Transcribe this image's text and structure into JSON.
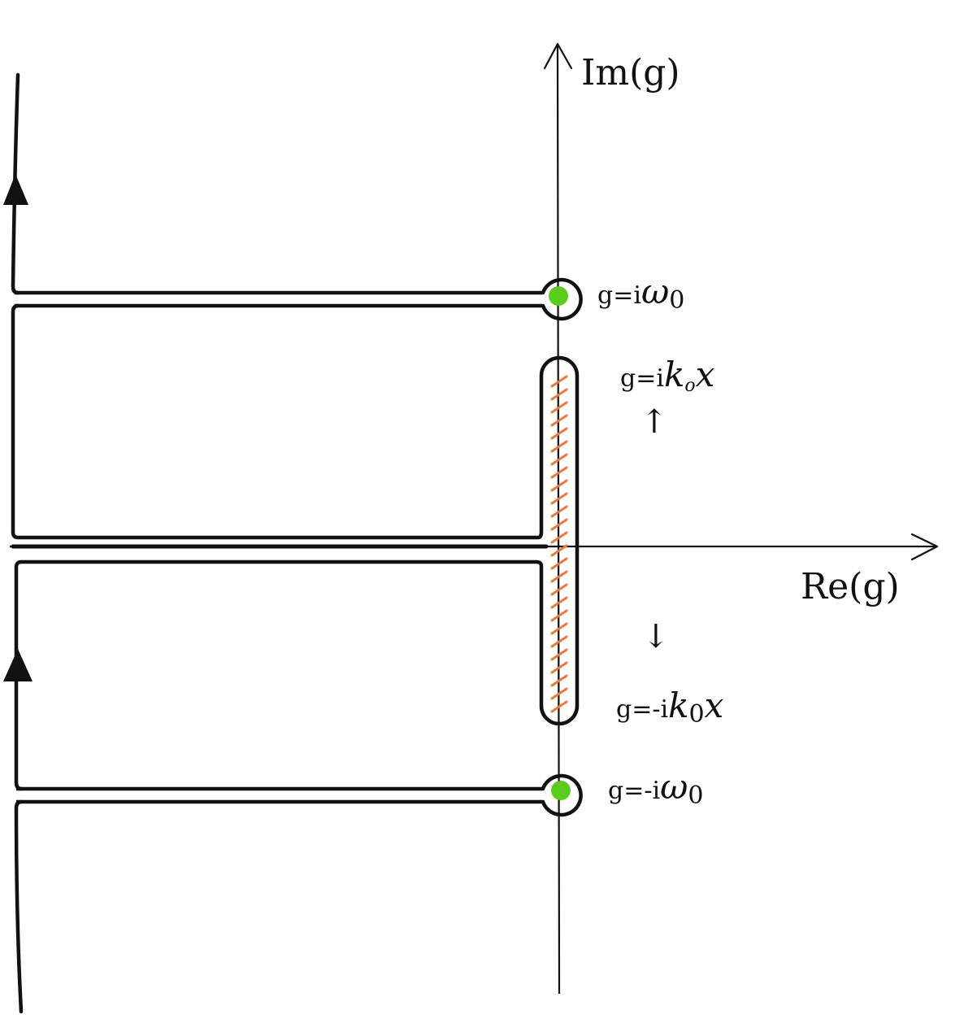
{
  "axes": {
    "im_label": "Im(g)",
    "re_label": "Re(g)"
  },
  "poles": {
    "upper": {
      "prefix": "g=i",
      "symbol": "ω",
      "subscript": "0"
    },
    "lower": {
      "prefix": "g=-i",
      "symbol": "ω",
      "subscript": "0"
    }
  },
  "branch_points": {
    "upper": {
      "prefix": "g=i",
      "symbol": "k",
      "subscript": "o",
      "suffix": "x"
    },
    "lower": {
      "prefix": "g=-i",
      "symbol": "k",
      "subscript": "0",
      "suffix": "x"
    }
  },
  "motion_arrows": {
    "up": "↑",
    "down": "↓"
  },
  "colors": {
    "ink": "#111111",
    "pole": "#5ccc1c",
    "branch_cut": "#f07838"
  }
}
